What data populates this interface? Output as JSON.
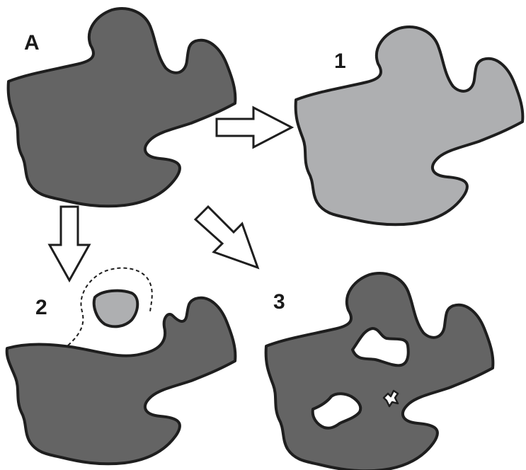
{
  "labels": {
    "a": "A",
    "one": "1",
    "two": "2",
    "three": "3"
  },
  "colors": {
    "dark_fill": "#646464",
    "light_fill": "#aeafb1",
    "outline": "#1e1e1e",
    "background": "#ffffff"
  }
}
